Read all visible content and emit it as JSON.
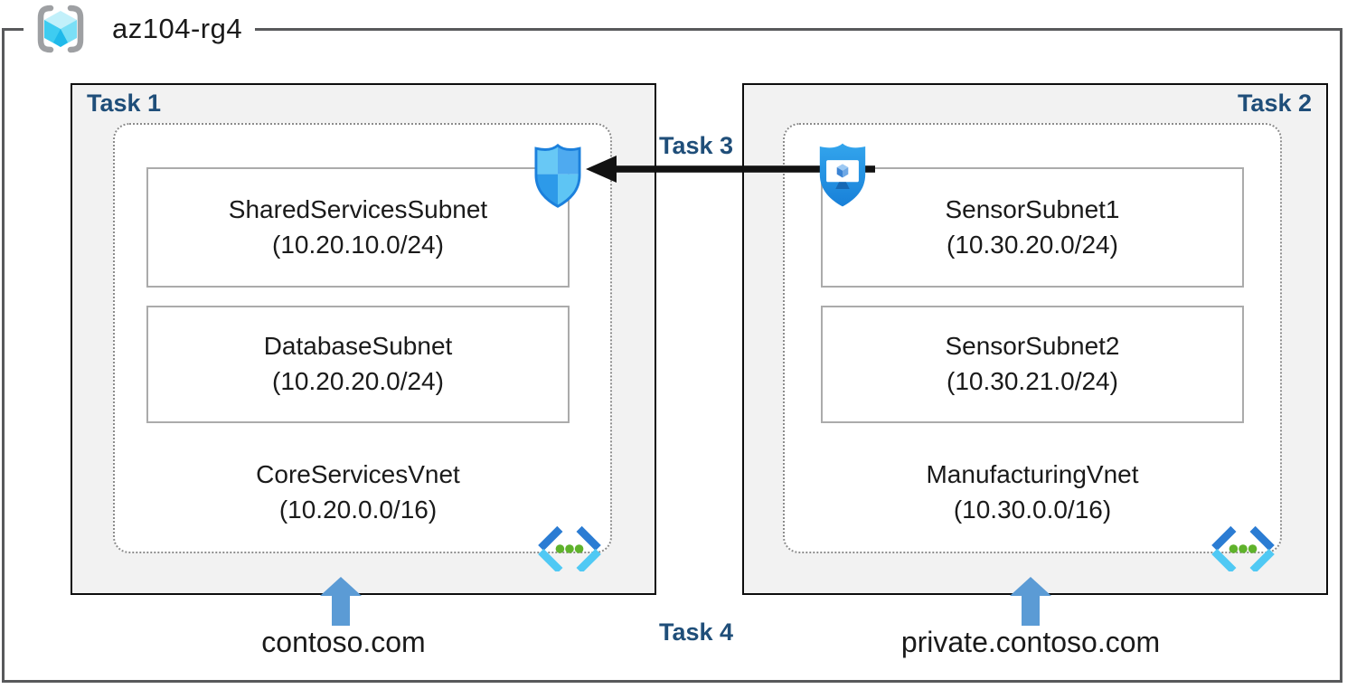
{
  "resource_group": {
    "name": "az104-rg4"
  },
  "tasks": {
    "task3": "Task 3",
    "task4": "Task 4"
  },
  "vnets": [
    {
      "task": "Task 1",
      "name": "CoreServicesVnet",
      "cidr": "(10.20.0.0/16)",
      "dns_zone": "contoso.com",
      "subnets": [
        {
          "name": "SharedServicesSubnet",
          "cidr": "(10.20.10.0/24)"
        },
        {
          "name": "DatabaseSubnet",
          "cidr": "(10.20.20.0/24)"
        }
      ]
    },
    {
      "task": "Task 2",
      "name": "ManufacturingVnet",
      "cidr": "(10.30.0.0/16)",
      "dns_zone": "private.contoso.com",
      "subnets": [
        {
          "name": "SensorSubnet1",
          "cidr": "(10.30.20.0/24)"
        },
        {
          "name": "SensorSubnet2",
          "cidr": "(10.30.21.0/24)"
        }
      ]
    }
  ],
  "icons": {
    "resource_group": "resource-group-icon",
    "virtual_network": "virtual-network-icon",
    "network_security_group": "network-security-group-icon",
    "application_security_group": "application-security-group-icon",
    "dns_pointer": "up-arrow-icon",
    "connection": "left-arrow-icon"
  },
  "colors": {
    "task_label": "#1F4E79",
    "box_background": "#F2F2F2",
    "box_border": "#0D0D0D",
    "dashed_border": "#8C8C8C",
    "subnet_border": "#ABABAB",
    "text": "#1A1A1A",
    "dns_arrow": "#5B9BD5",
    "connection_arrow": "#121212",
    "rg_border": "#58595B"
  }
}
